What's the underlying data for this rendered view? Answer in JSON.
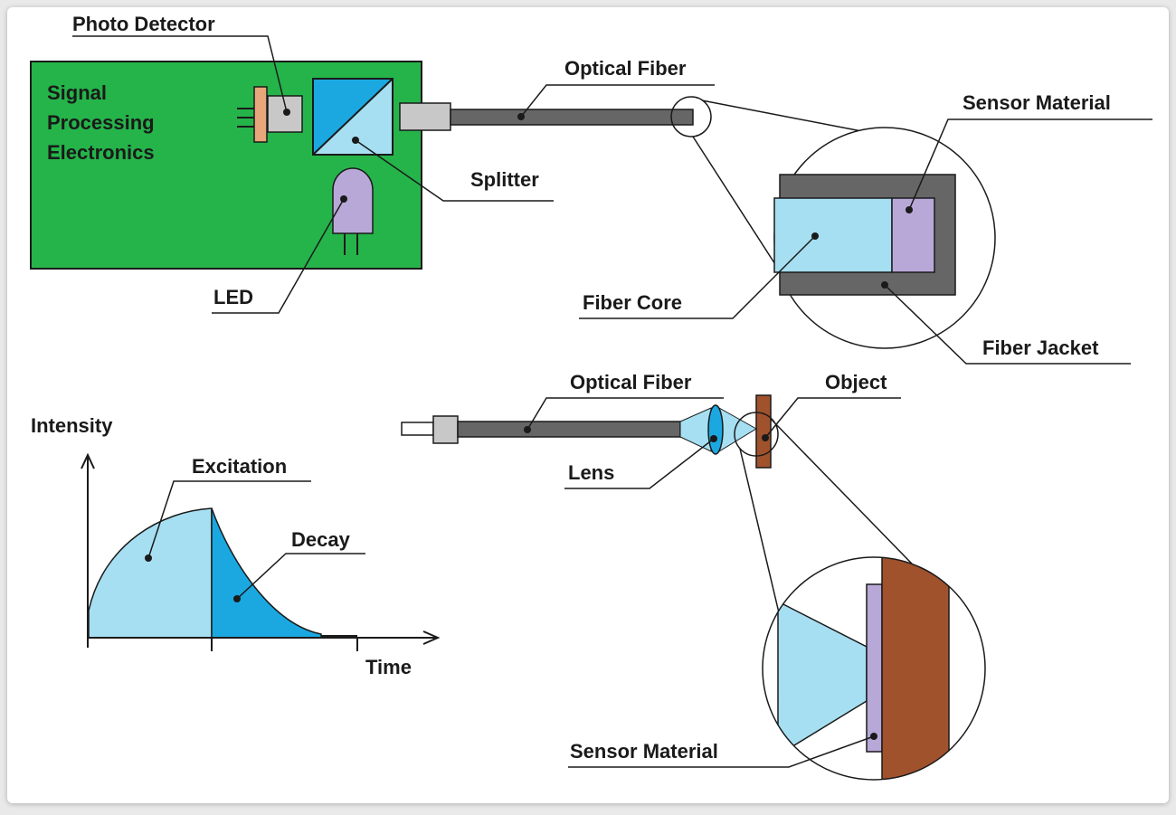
{
  "labels": {
    "photo_detector": "Photo Detector",
    "signal_line1": "Signal",
    "signal_line2": "Processing",
    "signal_line3": "Electronics",
    "optical_fiber_top": "Optical Fiber",
    "sensor_material_top": "Sensor Material",
    "splitter": "Splitter",
    "led": "LED",
    "fiber_core": "Fiber Core",
    "fiber_jacket": "Fiber Jacket",
    "optical_fiber_bottom": "Optical Fiber",
    "object": "Object",
    "lens": "Lens",
    "intensity": "Intensity",
    "excitation": "Excitation",
    "decay": "Decay",
    "time": "Time",
    "sensor_material_bottom": "Sensor Material"
  },
  "colors": {
    "board": "#25b44a",
    "core": "#a6dff2",
    "jacket": "#666666",
    "sensor": "#b7a8d8",
    "object": "#a0522d",
    "connector": "#c8c8c8",
    "decay": "#1ba8e0",
    "led_leg": "#e8a77a"
  }
}
